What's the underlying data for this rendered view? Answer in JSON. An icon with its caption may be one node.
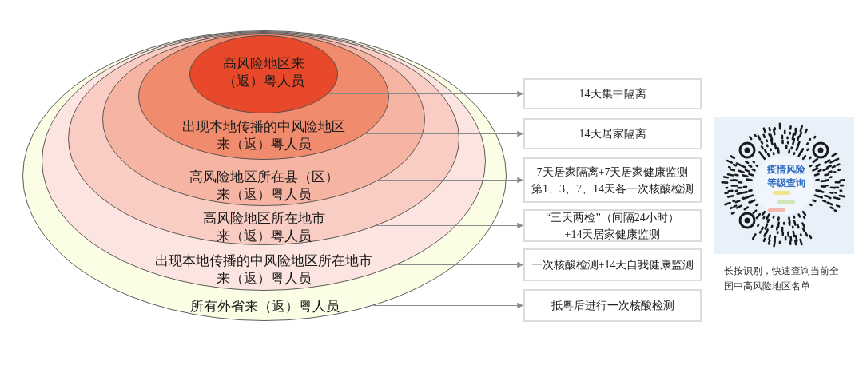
{
  "diagram": {
    "nodes": [
      {
        "text": [
          "所有外省来（返）粤人员"
        ]
      },
      {
        "text": [
          "出现本地传播的中风险地区所在地市来（返）粤人员"
        ],
        "in": 0
      },
      {
        "text": [
          "高风险地区所在地市来（返）粤人员"
        ],
        "in": 1
      },
      {
        "text": [
          "高风险地区所在县（区）来（返）粤人员"
        ],
        "in": 2
      },
      {
        "text": [
          "出现本地传播的中风险地区来（返）粤人员"
        ],
        "in": 3
      },
      {
        "text": [
          "高风险地区来（返）粤人员"
        ],
        "in": 4
      },
      {
        "text": [
          "14天集中隔离"
        ]
      },
      {
        "text": [
          "14天居家隔离"
        ]
      },
      {
        "text": [
          "7天居家隔离+7天居家健康监测",
          "第1、3、7、14天各一次核酸检测"
        ]
      },
      {
        "text": [
          "“三天两检”（间隔24小时）+14天居家健康监测"
        ]
      },
      {
        "text": [
          "一次核酸检测+14天自我健康监测"
        ]
      },
      {
        "text": [
          "抵粤后进行一次核酸检测"
        ]
      }
    ],
    "edges": [
      {
        "from": 5,
        "to": 6,
        "arrow": "to"
      },
      {
        "from": 4,
        "to": 7,
        "arrow": "to"
      },
      {
        "from": 3,
        "to": 8,
        "arrow": "to"
      },
      {
        "from": 2,
        "to": 9,
        "arrow": "to"
      },
      {
        "from": 1,
        "to": 10,
        "arrow": "to"
      },
      {
        "from": 0,
        "to": 11,
        "arrow": "to"
      }
    ],
    "labels": [
      "疫情风险等级查询",
      "长按识别，快速查询当前全国中高风险地区名单"
    ]
  }
}
